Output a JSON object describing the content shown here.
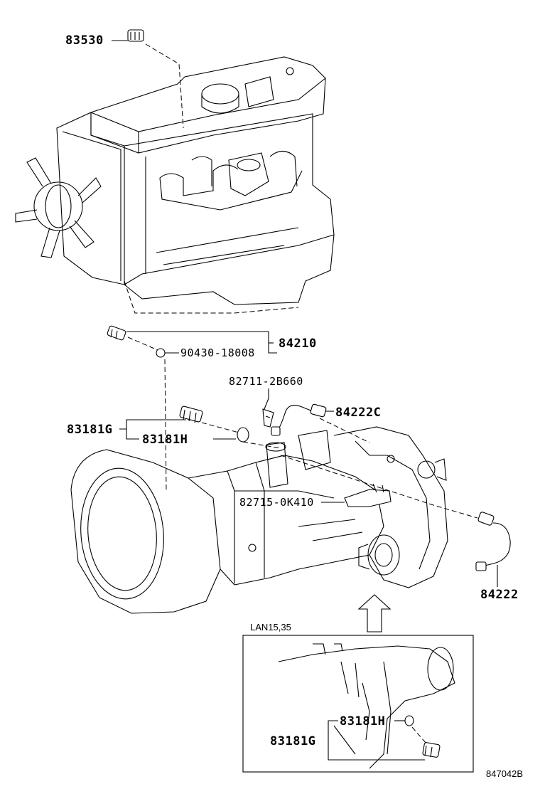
{
  "labels": {
    "l83530": "83530",
    "l84210": "84210",
    "l90430": "90430-18008",
    "l82711": "82711-2B660",
    "l84222C": "84222C",
    "l83181G": "83181G",
    "l83181H": "83181H",
    "l82715": "82715-0K410",
    "l84222": "84222",
    "lan": "LAN15,35",
    "inset83181H": "83181H",
    "inset83181G": "83181G",
    "drawing_no": "847042B"
  }
}
